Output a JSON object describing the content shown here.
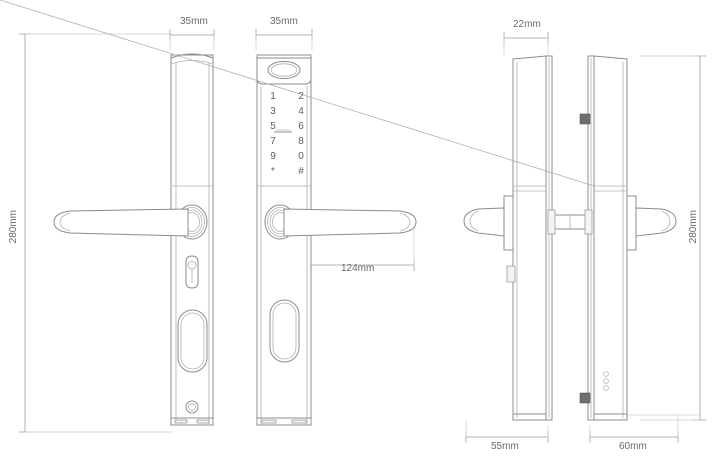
{
  "drawing": {
    "title": "Smart door lock dimensional drawing",
    "line_color": "#8c8c8c",
    "thin_line_color": "#b5b5b5",
    "dim_line_color": "#9a9a9a",
    "text_color": "#6a6a6a",
    "background": "#ffffff"
  },
  "dimensions": {
    "top_left_width": "35mm",
    "top_middle_width": "35mm",
    "top_right_width": "22mm",
    "left_height": "280mm",
    "right_height": "280mm",
    "handle_length": "124mm",
    "bottom_left_width": "55mm",
    "bottom_right_width": "60mm"
  },
  "keypad": {
    "keys": [
      "1",
      "2",
      "3",
      "4",
      "5",
      "6",
      "7",
      "8",
      "9",
      "0",
      "*",
      "#"
    ]
  },
  "views": {
    "view_1_label": "interior panel front view",
    "view_2_label": "exterior panel front view with keypad",
    "view_3_label": "interior panel side view",
    "view_4_label": "exterior panel side view"
  },
  "features": {
    "fingerprint_sensor": "oval fingerprint reader",
    "keyhole": "emergency key cylinder",
    "oval_cutout": "mortise cutout",
    "small_circle": "screw hole",
    "led_indicators": "three status dots",
    "handle": "lever handle",
    "spindle": "square spindle connector"
  }
}
